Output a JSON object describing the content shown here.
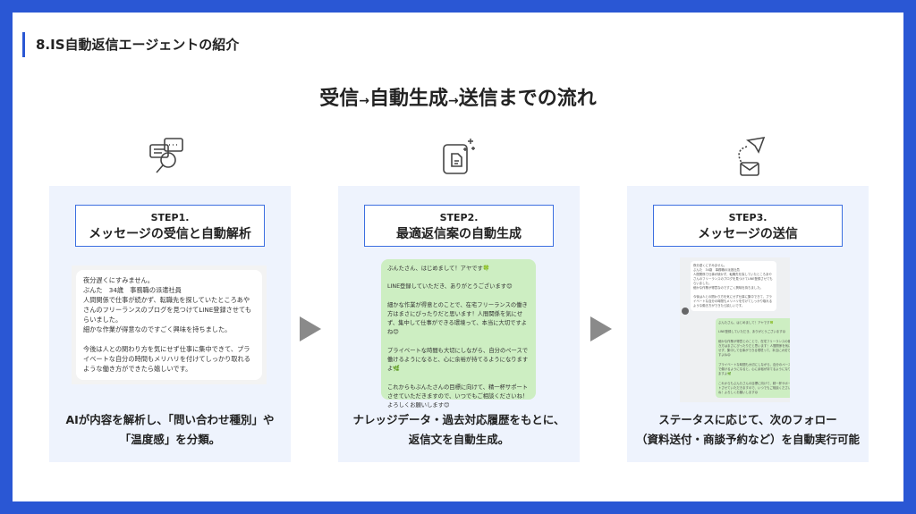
{
  "header": {
    "title": "8.IS自動返信エージェントの紹介"
  },
  "main_title": {
    "a": "受信",
    "b": "自動生成",
    "c": "送信までの流れ",
    "arrow": "→"
  },
  "colors": {
    "frame": "#2a57d4",
    "card_bg": "#eef3fd",
    "arrow": "#8a8a8a",
    "chat_green": "#cdeec2"
  },
  "steps": [
    {
      "icon": "chat-search-icon",
      "number": "STEP1.",
      "title": "メッセージの受信と自動解析",
      "desc1": "AIが内容を解析し、「問い合わせ種別」や",
      "desc2": "「温度感」を分類。"
    },
    {
      "icon": "document-sparkle-icon",
      "number": "STEP2.",
      "title": "最適返信案の自動生成",
      "desc1": "ナレッジデータ・過去対応履歴をもとに、",
      "desc2": "返信文を自動生成。"
    },
    {
      "icon": "send-mail-icon",
      "number": "STEP3.",
      "title": "メッセージの送信",
      "desc1": "ステータスに応じて、次のフォロー",
      "desc2": "（資料送付・商談予約など）を自動実行可能"
    }
  ],
  "incoming_message": "夜分遅くにすみません。\nぶんた　34歳　事務職の派遣社員\n人間関係で仕事が続かず、転職先を探していたところあやさんのフリーランスのブログを見つけてLINE登録させてもらいました。\n細かな作業が得意なのですごく興味を持ちました。\n\n今後は人との関わり方を気にせず仕事に集中できて、プライベートな自分の時間もメリハリを付けてしっかり取れるような働き方ができたら嬉しいです。",
  "generated_reply": "ぶんたさん、はじめまして！アヤです🍀\n\nLINE登録していただき、ありがとうございます😊\n\n細かな作業が得意とのことで、在宅フリーランスの働き方はまさにぴったりだと思います！人間関係を気にせず、集中して仕事ができる環境って、本当に大切ですよね😊\n\nプライベートな時間も大切にしながら、自分のペースで働けるようになると、心に余裕が持てるようになりますよ🌿\n\nこれからもぶんたさんの目標に向けて、精一杯サポートさせていただきますので、いつでもご相談くださいね！よろしくお願いします😊"
}
